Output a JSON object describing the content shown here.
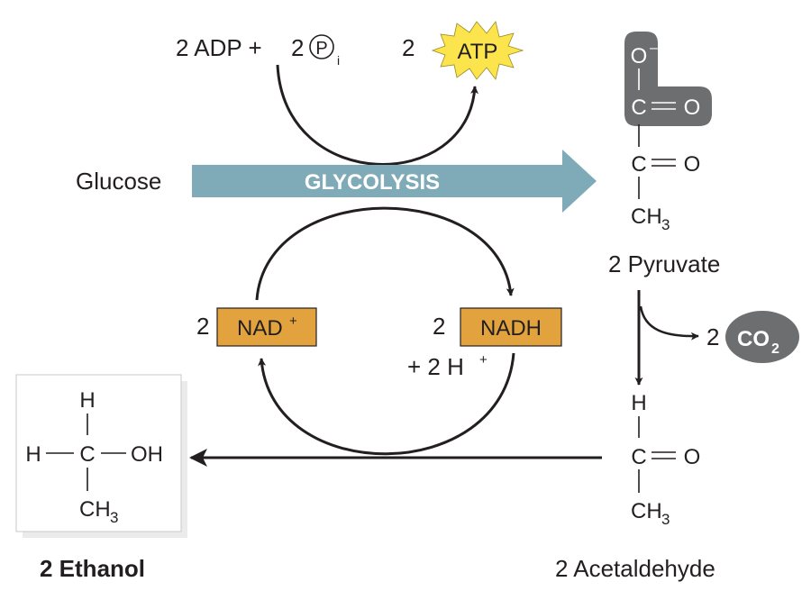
{
  "colors": {
    "glycolysis_arrow": "#7faab7",
    "nad_box": "#e2a33e",
    "atp_star": "#fbe44c",
    "carboxyl_highlight": "#6d6e70",
    "co2_badge": "#6d6e70",
    "ink": "#231f20"
  },
  "inputs": {
    "adp": "2 ADP +",
    "pi_coef": "2",
    "pi_symbol": "P",
    "pi_sub": "i"
  },
  "atp": {
    "coef": "2",
    "label": "ATP"
  },
  "glucose": "Glucose",
  "glycolysis": "GLYCOLYSIS",
  "nad": {
    "coef": "2",
    "label": "NAD",
    "charge": "+"
  },
  "nadh": {
    "coef": "2",
    "label": "NADH",
    "extra": "+ 2 H",
    "extra_charge": "+"
  },
  "co2": {
    "coef": "2",
    "label": "CO",
    "sub": "2"
  },
  "pyruvate": {
    "name": "2 Pyruvate",
    "o_minus": "O",
    "o_minus_charge": "–",
    "c1": "C",
    "o1": "O",
    "c2": "C",
    "o2": "O",
    "ch3": "CH",
    "ch3_sub": "3"
  },
  "acetaldehyde": {
    "name": "2 Acetaldehyde",
    "h": "H",
    "c": "C",
    "o": "O",
    "ch3": "CH",
    "ch3_sub": "3"
  },
  "ethanol": {
    "name": "2 Ethanol",
    "h_top": "H",
    "h_left": "H",
    "c": "C",
    "oh": "OH",
    "ch3": "CH",
    "ch3_sub": "3"
  },
  "icons": {
    "atp": "starburst-icon",
    "phosphate": "circled-p-icon",
    "co2": "gas-badge-icon"
  }
}
